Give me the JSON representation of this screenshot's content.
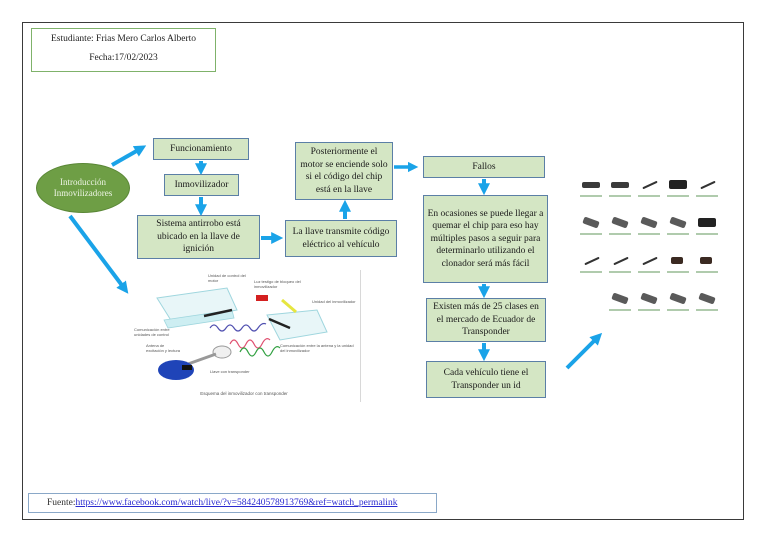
{
  "header": {
    "student": "Estudiante: Frias Mero Carlos Alberto",
    "date": "Fecha:17/02/2023"
  },
  "root_node": {
    "label_line1": "Introducción",
    "label_line2": "Inmovilizadores"
  },
  "nodes": {
    "funcionamiento": "Funcionamiento",
    "inmovilizador": "Inmovilizador",
    "sistema": "Sistema antirrobo está ubicado en la llave de ignición",
    "llave_transmite": "La llave transmite código eléctrico al vehículo",
    "posteriormente": "Posteriormente el motor se enciende solo si el código del chip está en la llave",
    "fallos": "Fallos",
    "en_ocasiones": "En ocasiones se puede llegar a quemar el chip para eso hay múltiples pasos a seguir para determinarlo utilizando el clonador será más fácil",
    "existen": "Existen más de 25 clases en el mercado de Ecuador de Transponder",
    "cada_vehiculo": "Cada vehículo tiene el Transponder un id"
  },
  "diagram_image": {
    "caption": "Esquema del inmovilizador con transponder",
    "labels": {
      "ecu": "Unidad de control del motor",
      "lights": "Luz testigo de bloqueo del inmovilizador",
      "immo_unit": "Unidad del inmovilizador",
      "comm_units": "Comunicación entre unidades de control",
      "antenna": "Antena de excitación y lectura",
      "comm_antenna": "Comunicación entre la antena y la unidad del inmovilizador",
      "key": "Llave con transponder"
    }
  },
  "chip_catalog": {
    "rows": [
      5,
      5,
      5,
      4
    ]
  },
  "source": {
    "label": "Fuente:",
    "url": "https://www.facebook.com/watch/live/?v=584240578913769&ref=watch_permalink"
  },
  "colors": {
    "node_fill": "#d4e6c4",
    "node_border": "#5b7fa6",
    "root_fill": "#6e9e45",
    "arrow": "#1aa3e8"
  }
}
